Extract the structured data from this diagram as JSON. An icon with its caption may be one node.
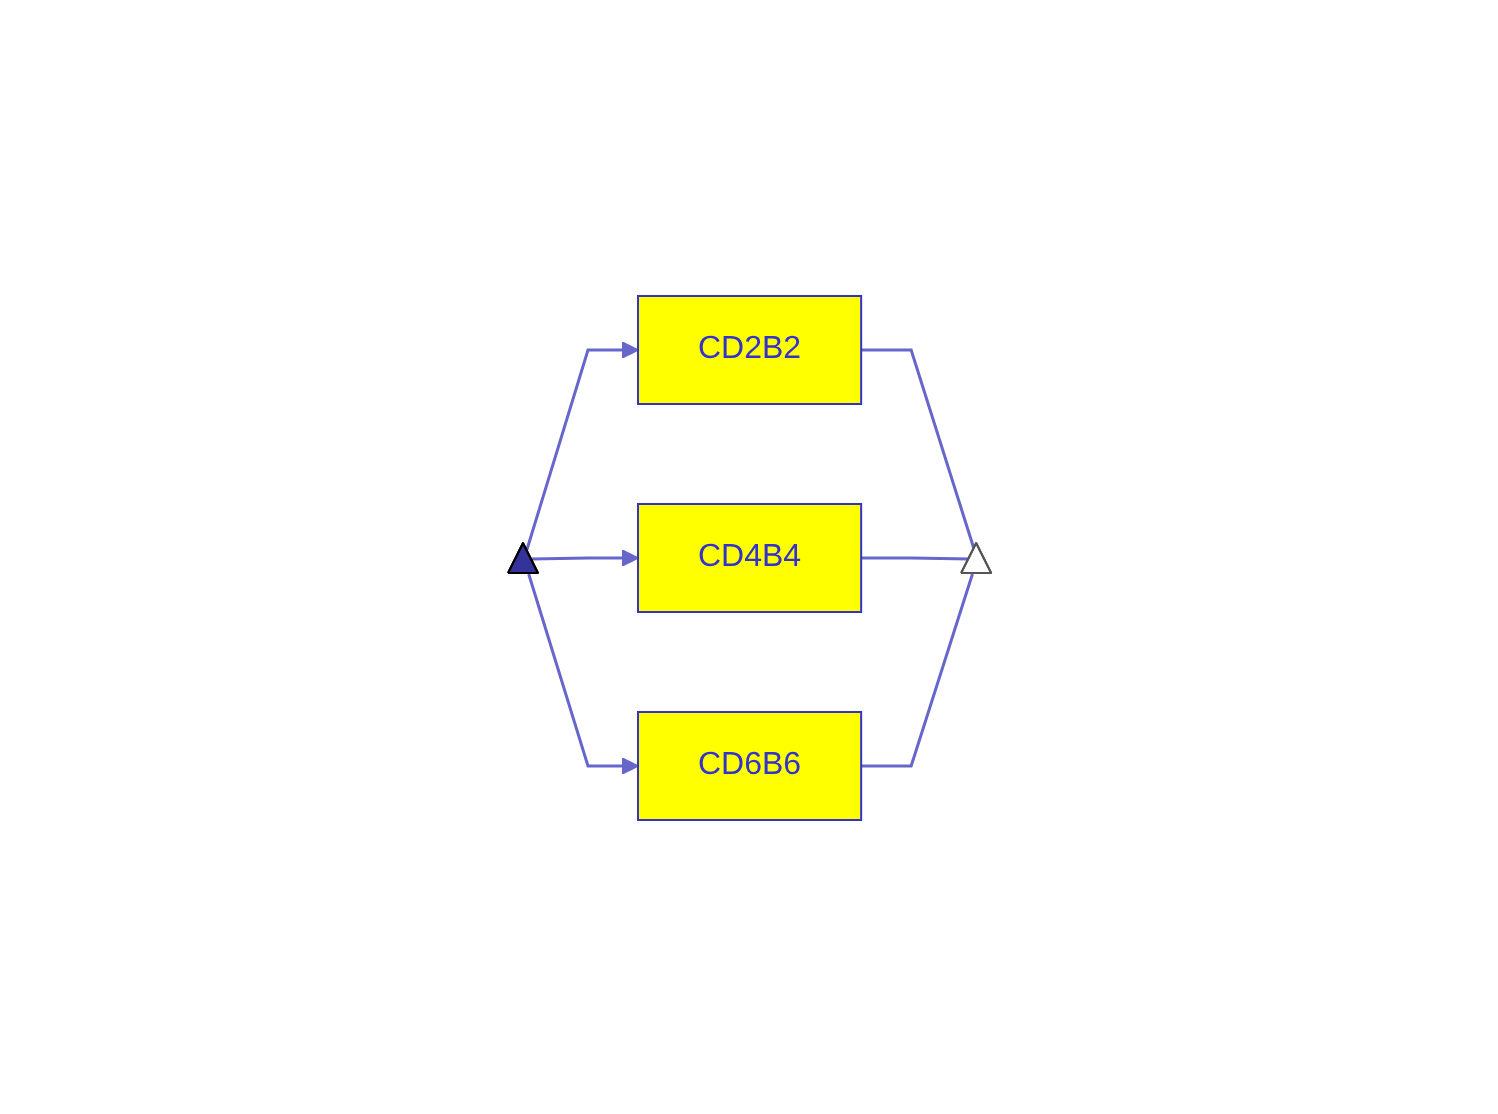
{
  "diagram": {
    "nodes": [
      {
        "text": [],
        "shape": "triangle"
      },
      {
        "text": [
          "CD2B2"
        ]
      },
      {
        "text": [
          "CD4B4"
        ]
      },
      {
        "text": [
          "CD6B6"
        ]
      },
      {
        "text": [],
        "shape": "triangle"
      }
    ],
    "edges": [
      {
        "from": 0,
        "to": 1,
        "arrow": "to"
      },
      {
        "from": 0,
        "to": 2,
        "arrow": "to"
      },
      {
        "from": 0,
        "to": 3,
        "arrow": "to"
      },
      {
        "from": 1,
        "to": 4,
        "arrow": "none"
      },
      {
        "from": 2,
        "to": 4,
        "arrow": "none"
      },
      {
        "from": 3,
        "to": 4,
        "arrow": "none"
      }
    ]
  }
}
